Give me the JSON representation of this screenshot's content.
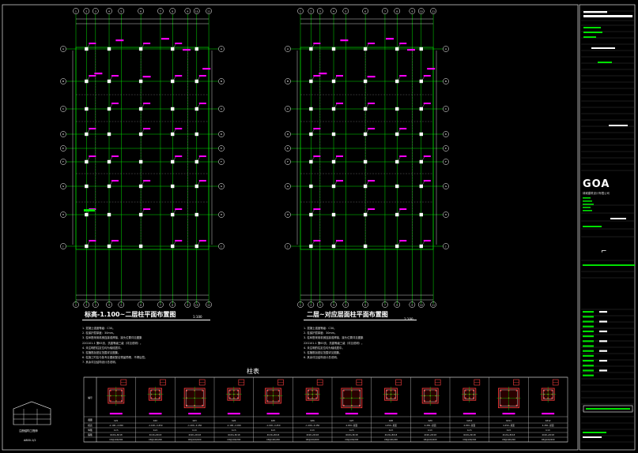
{
  "drawing": {
    "left_plan": {
      "title": "标高-1.100~二层柱平面布置图",
      "scale": "1:100"
    },
    "right_plan": {
      "title": "二层~对应层面柱平面布置图",
      "scale": "1:100"
    },
    "column_table": {
      "title": "柱表",
      "row_labels": [
        "编号",
        "截面",
        "标高",
        "纵筋",
        "箍筋"
      ],
      "columns": [
        {
          "id": "KZ1",
          "elev": "-1.100~4.450"
        },
        {
          "id": "KZ2",
          "elev": "-1.100~4.450"
        },
        {
          "id": "KZ3",
          "elev": "-1.100~4.450"
        },
        {
          "id": "KZ4",
          "elev": "-1.100~4.450"
        },
        {
          "id": "KZ5",
          "elev": "-1.100~4.450"
        },
        {
          "id": "KZ6",
          "elev": "-1.100~4.450"
        },
        {
          "id": "KZ7",
          "elev": "4.450~屋面"
        },
        {
          "id": "KZ8",
          "elev": "4.450~屋面"
        },
        {
          "id": "KZ9",
          "elev": "4.450~屋面"
        },
        {
          "id": "KZ10",
          "elev": "4.450~屋面"
        },
        {
          "id": "KZ11",
          "elev": "4.450~屋面"
        },
        {
          "id": "KZ12",
          "elev": "4.450~屋面"
        }
      ]
    },
    "left_notes": [
      "1. 混凝土强度等级：C30。",
      "2. 柱保护层厚度：30mm。",
      "3. 柱纵筋采用机械连接或焊接，接头位置详见图集",
      "   22G101-1 第63页，抗震等级三级（详见说明）。",
      "4. 未注明的柱定位均为轴线居中。",
      "5. 柱箍筋加密区范围详见图集。",
      "6. 柱施工时应与各专业图纸配合预留预埋，不得后凿。",
      "7. 其余详见结构设计总说明。"
    ],
    "right_notes": [
      "1. 混凝土强度等级：C30。",
      "2. 柱保护层厚度：30mm。",
      "3. 柱纵筋采用机械连接或焊接，接头位置详见图集",
      "   22G101-1 第63页，抗震等级三级（详见说明）。",
      "4. 未注明的柱定位均为轴线居中。",
      "5. 柱箍筋加密区范围详见图集。",
      "6. 其余详见结构设计总说明。"
    ],
    "grid_letters_left": [
      "A",
      "B",
      "C",
      "D",
      "E",
      "F",
      "G",
      "H",
      "J"
    ],
    "grid_nums_top": [
      "1",
      "2",
      "3",
      "4",
      "5",
      "6",
      "7",
      "8",
      "9",
      "10",
      "11"
    ],
    "stamp": {
      "label": "注册结构工程师",
      "code": "A800-1/2"
    }
  },
  "title_block": {
    "company": "GOA",
    "company_sub": "绿城建筑设计有限公司",
    "cursor_mark": "⌐"
  },
  "colors": {
    "background": "#000000",
    "grid": "#00e000",
    "column": "#ff00ff",
    "text": "#ffffff",
    "hatch": "#ff4040"
  }
}
